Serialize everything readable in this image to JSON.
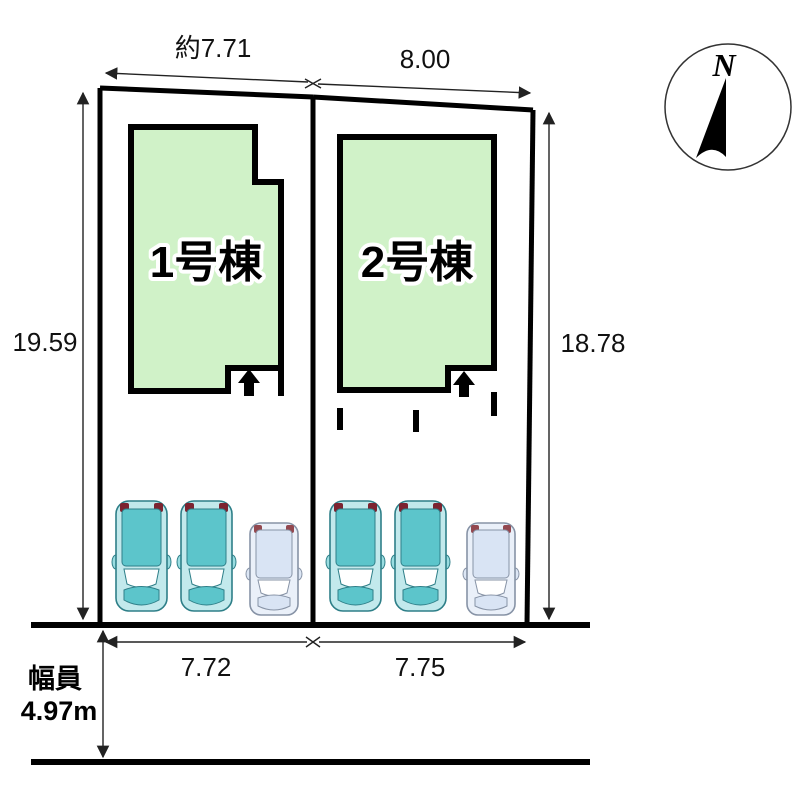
{
  "plan": {
    "compass": {
      "north_label": "N"
    },
    "buildings": [
      {
        "name": "1号棟"
      },
      {
        "name": "2号棟"
      }
    ],
    "dimensions": {
      "lot1_top_width": "約7.71",
      "lot2_top_width": "8.00",
      "lot1_left_depth": "19.59",
      "lot2_right_depth": "18.78",
      "lot1_bottom_width": "7.72",
      "lot2_bottom_width": "7.75"
    },
    "road": {
      "width_label": "幅員",
      "width_value": "4.97m"
    },
    "colors": {
      "building_fill": "#d0f2c8",
      "outline": "#000000",
      "car_teal": "#5cc5cb",
      "car_light": "#d9e4f4"
    },
    "counts": {
      "cars_teal": "4",
      "cars_light": "2"
    }
  }
}
